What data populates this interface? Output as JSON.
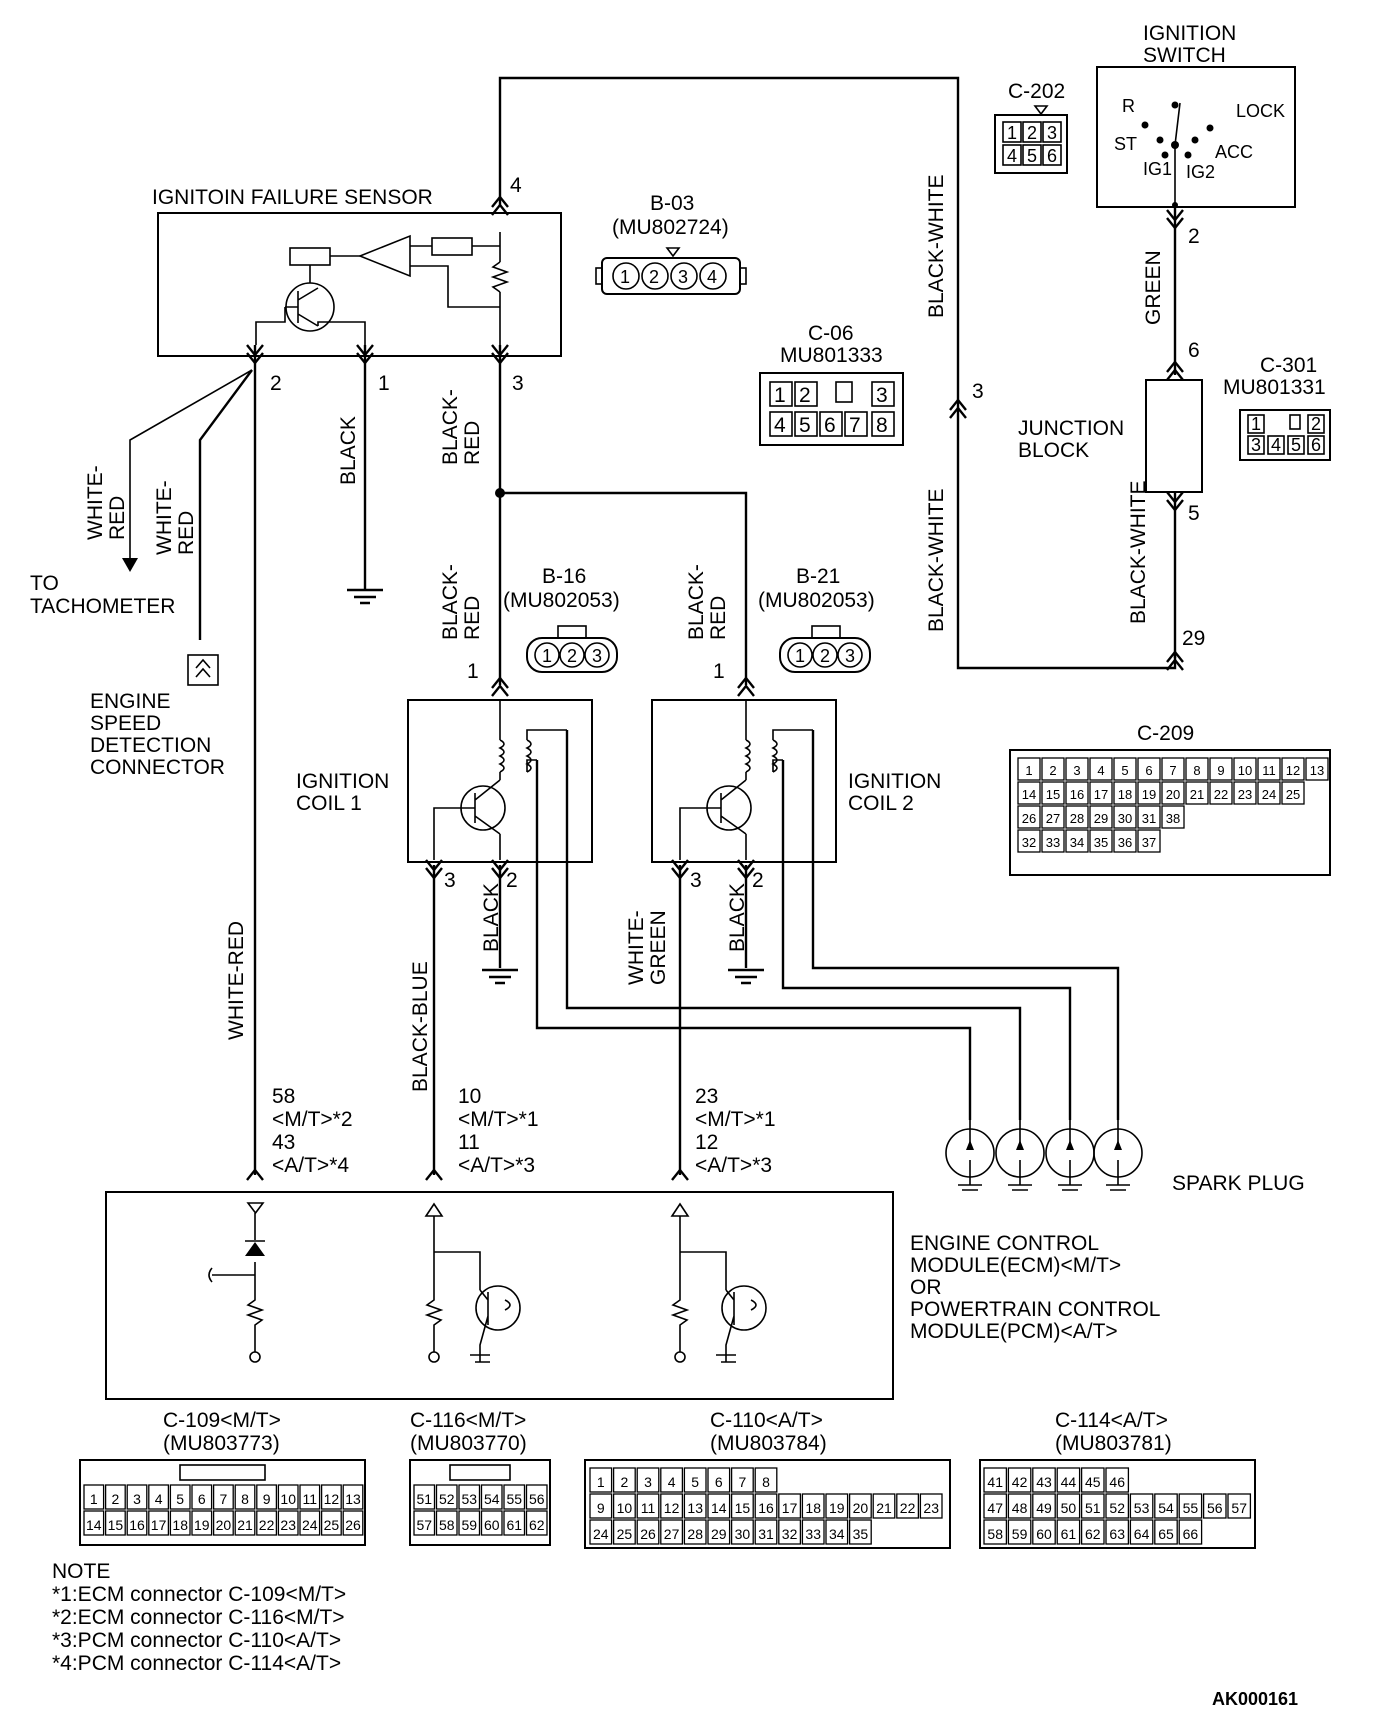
{
  "components": {
    "ignition_switch": {
      "title_line1": "IGNITION",
      "title_line2": "SWITCH",
      "pos_r": "R",
      "pos_lock": "LOCK",
      "pos_st": "ST",
      "pos_acc": "ACC",
      "pos_ig1": "IG1",
      "pos_ig2": "IG2"
    },
    "ignition_failure_sensor": {
      "title": "IGNITOIN FAILURE SENSOR"
    },
    "junction_block": {
      "line1": "JUNCTION",
      "line2": "BLOCK"
    },
    "ignition_coil_1": {
      "line1": "IGNITION",
      "line2": "COIL 1"
    },
    "ignition_coil_2": {
      "line1": "IGNITION",
      "line2": "COIL 2"
    },
    "spark_plug": {
      "label": "SPARK PLUG"
    },
    "ecm": {
      "line1": "ENGINE CONTROL",
      "line2": "MODULE(ECM)<M/T>",
      "line3": "OR",
      "line4": "POWERTRAIN CONTROL",
      "line5": "MODULE(PCM)<A/T>"
    },
    "tachometer": {
      "line1": "TO",
      "line2": "TACHOMETER"
    },
    "engine_speed_connector": {
      "line1": "ENGINE",
      "line2": "SPEED",
      "line3": "DETECTION",
      "line4": "CONNECTOR"
    }
  },
  "wires": {
    "black_white": "BLACK-WHITE",
    "green": "GREEN",
    "black_red": "BLACK-",
    "red": "RED",
    "black": "BLACK",
    "white_red": "WHITE-RED",
    "white_dash": "WHITE-",
    "black_blue": "BLACK-BLUE",
    "green_word": "GREEN"
  },
  "pins": {
    "ifs_4": "4",
    "ifs_2": "2",
    "ifs_1": "1",
    "ifs_3": "3",
    "sw_2": "2",
    "jb_6": "6",
    "jb_5": "5",
    "c06_3": "3",
    "c209_29": "29",
    "coil1_1": "1",
    "coil1_3": "3",
    "coil1_2": "2",
    "coil2_1": "1",
    "coil2_3": "3",
    "coil2_2": "2",
    "ecm_a_1": "58",
    "ecm_a_2": "<M/T>*2",
    "ecm_a_3": "43",
    "ecm_a_4": "<A/T>*4",
    "ecm_b_1": "10",
    "ecm_b_2": "<M/T>*1",
    "ecm_b_3": "11",
    "ecm_b_4": "<A/T>*3",
    "ecm_c_1": "23",
    "ecm_c_2": "<M/T>*1",
    "ecm_c_3": "12",
    "ecm_c_4": "<A/T>*3"
  },
  "connectors": {
    "c202": {
      "name": "C-202",
      "cells": [
        "1",
        "2",
        "3",
        "4",
        "5",
        "6"
      ]
    },
    "b03": {
      "name": "B-03",
      "part": "(MU802724)",
      "cells": [
        "1",
        "2",
        "3",
        "4"
      ]
    },
    "c06": {
      "name": "C-06",
      "part": "MU801333",
      "cells": [
        "1",
        "2",
        "",
        "3",
        "4",
        "5",
        "6",
        "7",
        "8"
      ]
    },
    "c301": {
      "name": "C-301",
      "part": "MU801331",
      "cells": [
        "1",
        "",
        "2",
        "3",
        "4",
        "5",
        "6"
      ]
    },
    "b16": {
      "name": "B-16",
      "part": "(MU802053)",
      "cells": [
        "1",
        "2",
        "3"
      ]
    },
    "b21": {
      "name": "B-21",
      "part": "(MU802053)",
      "cells": [
        "1",
        "2",
        "3"
      ]
    },
    "c209": {
      "name": "C-209",
      "row1": [
        "1",
        "2",
        "3",
        "4",
        "5",
        "6",
        "7",
        "8",
        "9",
        "10",
        "11",
        "12",
        "13"
      ],
      "row2": [
        "14",
        "15",
        "16",
        "17",
        "18",
        "19",
        "20",
        "21",
        "22",
        "23",
        "24",
        "25"
      ],
      "row3": [
        "26",
        "27",
        "28",
        "29",
        "30",
        "31",
        "38"
      ],
      "row4": [
        "32",
        "33",
        "34",
        "35",
        "36",
        "37"
      ]
    },
    "c109": {
      "name": "C-109<M/T>",
      "part": "(MU803773)",
      "row1": [
        "1",
        "2",
        "3",
        "4",
        "5",
        "6",
        "7",
        "8",
        "9",
        "10",
        "11",
        "12",
        "13"
      ],
      "row2": [
        "14",
        "15",
        "16",
        "17",
        "18",
        "19",
        "20",
        "21",
        "22",
        "23",
        "24",
        "25",
        "26"
      ]
    },
    "c116": {
      "name": "C-116<M/T>",
      "part": "(MU803770)",
      "row1": [
        "51",
        "52",
        "53",
        "54",
        "55",
        "56"
      ],
      "row2": [
        "57",
        "58",
        "59",
        "60",
        "61",
        "62"
      ]
    },
    "c110": {
      "name": "C-110<A/T>",
      "part": "(MU803784)",
      "row1": [
        "1",
        "2",
        "3",
        "4",
        "5",
        "6",
        "7",
        "8"
      ],
      "row2": [
        "9",
        "10",
        "11",
        "12",
        "13",
        "14",
        "15",
        "16",
        "17",
        "18",
        "19",
        "20",
        "21",
        "22",
        "23"
      ],
      "row3": [
        "24",
        "25",
        "26",
        "27",
        "28",
        "29",
        "30",
        "31",
        "32",
        "33",
        "34",
        "35"
      ]
    },
    "c114": {
      "name": "C-114<A/T>",
      "part": "(MU803781)",
      "row1": [
        "41",
        "42",
        "43",
        "44",
        "45",
        "46"
      ],
      "row2": [
        "47",
        "48",
        "49",
        "50",
        "51",
        "52",
        "53",
        "54",
        "55",
        "56",
        "57"
      ],
      "row3": [
        "58",
        "59",
        "60",
        "61",
        "62",
        "63",
        "64",
        "65",
        "66"
      ]
    }
  },
  "note": {
    "title": "NOTE",
    "lines": [
      "*1:ECM connector C-109<M/T>",
      "*2:ECM connector C-116<M/T>",
      "*3:PCM connector C-110<A/T>",
      "*4:PCM connector C-114<A/T>"
    ]
  },
  "figure_id": "AK000161"
}
